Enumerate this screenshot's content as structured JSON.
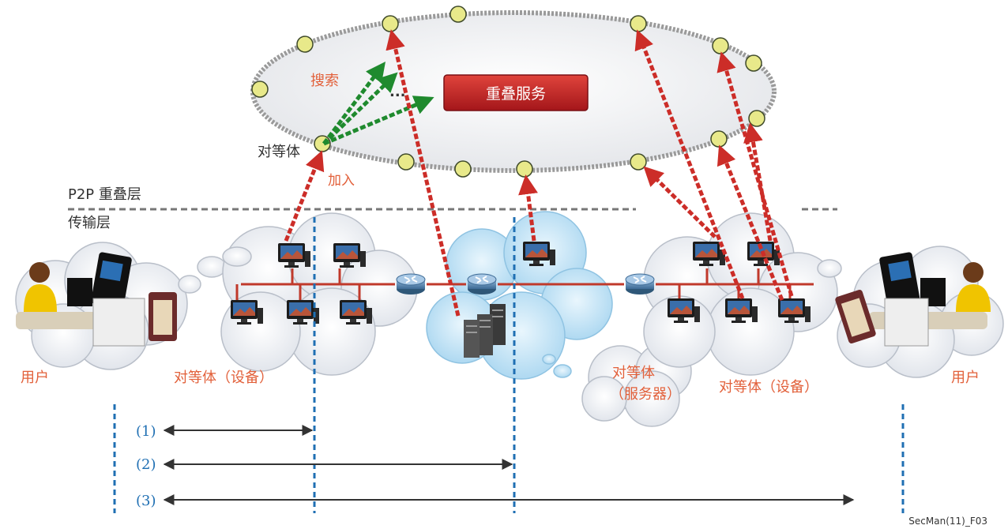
{
  "overlay": {
    "service_label": "重叠服务",
    "search_label": "搜索",
    "ellipsis": "...",
    "peer_label": "对等体",
    "join_label": "加入"
  },
  "layers": {
    "p2p_overlay": "P2P 重叠层",
    "transport": "传输层"
  },
  "bottom_labels": {
    "user_left": "用户",
    "peer_device_left": "对等体（设备）",
    "peer_server_line1": "对等体",
    "peer_server_line2": "（服务器）",
    "peer_device_right": "对等体（设备）",
    "user_right": "用户"
  },
  "ranges": {
    "r1": "(1)",
    "r2": "(2)",
    "r3": "(3)"
  },
  "figure_id": "SecMan(11)_F03",
  "colors": {
    "accent_red": "#cc2d28",
    "label_orange": "#e2603a",
    "dashed_blue": "#1f6fb3",
    "green_arrow": "#1f8a2e",
    "cloud_blue": "#cfe7f6",
    "node_yellow": "#e8e98a"
  }
}
